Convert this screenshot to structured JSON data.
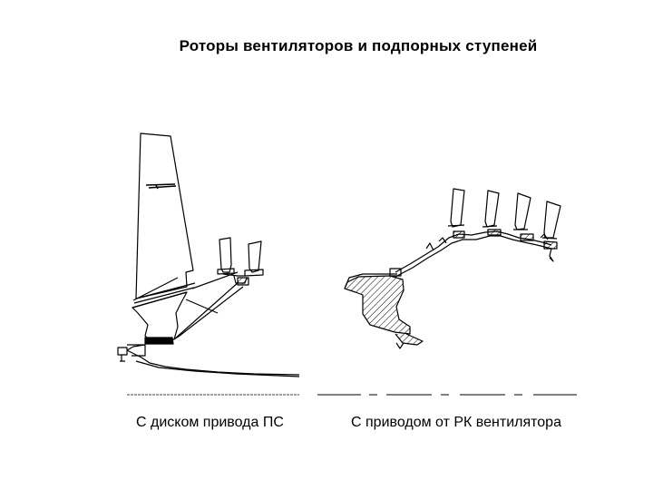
{
  "title": "Роторы вентиляторов и подпорных ступеней",
  "captions": {
    "left": "С диском привода ПС",
    "right": "С приводом от РК вентилятора"
  }
}
